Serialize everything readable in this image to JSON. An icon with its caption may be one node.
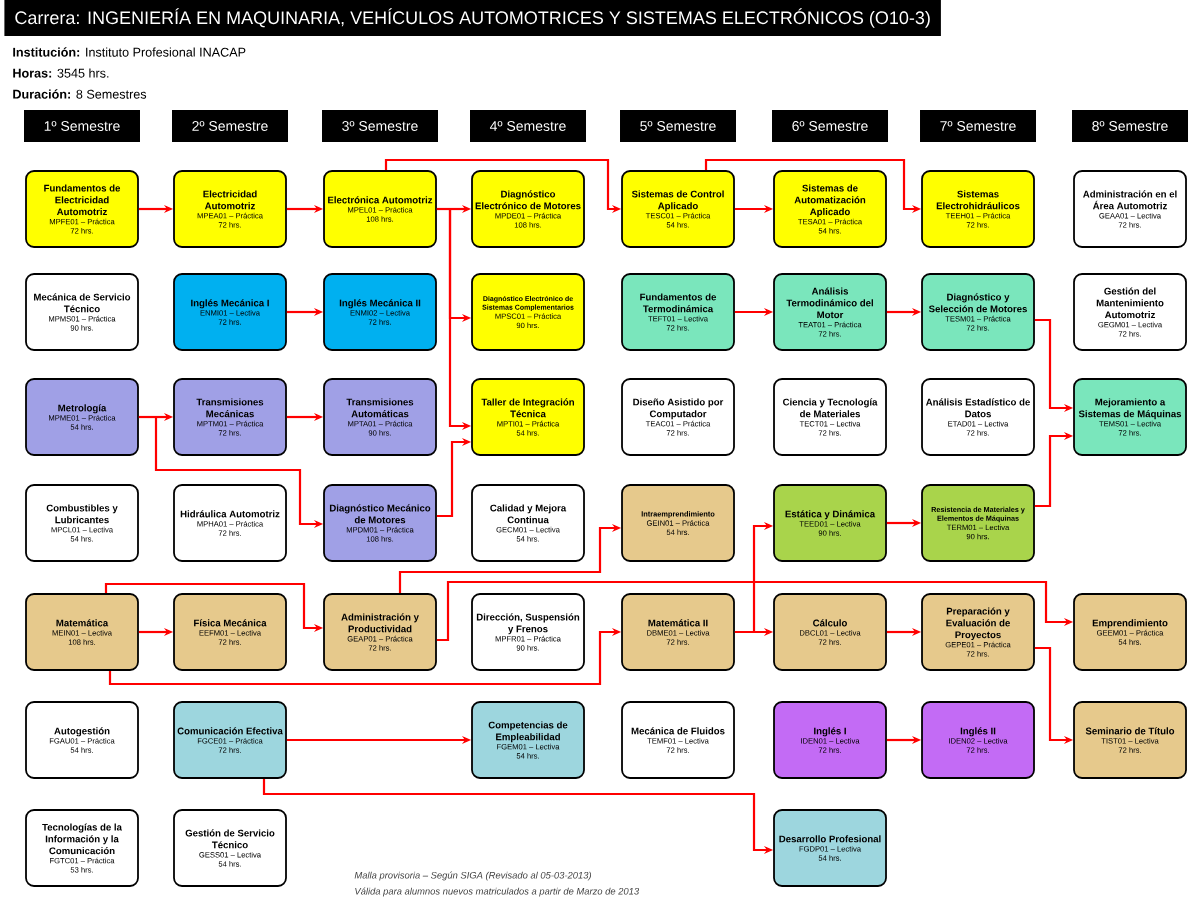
{
  "diagram": {
    "title": "Carrera: INGENIERÍA EN MAQUINARIA, VEHÍCULOS AUTOMOTRICES Y SISTEMAS ELECTRÓNICOS (O10-3)",
    "nodes": [
      {
        "text": [
          "1º Semestre"
        ]
      },
      {
        "text": [
          "2º Semestre"
        ]
      },
      {
        "text": [
          "3º Semestre"
        ]
      },
      {
        "text": [
          "4º Semestre"
        ]
      },
      {
        "text": [
          "5º Semestre"
        ]
      },
      {
        "text": [
          "6º Semestre"
        ]
      },
      {
        "text": [
          "7º Semestre"
        ]
      },
      {
        "text": [
          "8º Semestre"
        ]
      },
      {
        "text": [
          "Fundamentos de Electricidad Automotriz",
          "MPFE01 – Práctica",
          "72 hrs."
        ]
      },
      {
        "text": [
          "Mecánica de Servicio Técnico",
          "MPMS01 – Práctica",
          "90 hrs."
        ]
      },
      {
        "text": [
          "Metrología",
          "MPME01 – Práctica",
          "54 hrs."
        ]
      },
      {
        "text": [
          "Combustibles y Lubricantes",
          "MPCL01 – Lectiva",
          "54 hrs."
        ]
      },
      {
        "text": [
          "Matemática",
          "MEIN01 – Lectiva",
          "108 hrs."
        ]
      },
      {
        "text": [
          "Autogestión",
          "FGAU01 – Práctica",
          "54 hrs."
        ]
      },
      {
        "text": [
          "Tecnologías de la Información y la Comunicación",
          "FGTC01 – Práctica",
          "53 hrs."
        ]
      },
      {
        "text": [
          "Electricidad Automotriz",
          "MPEA01 – Práctica",
          "72 hrs."
        ]
      },
      {
        "text": [
          "Inglés Mecánica I",
          "ENMI01 – Lectiva",
          "72 hrs."
        ]
      },
      {
        "text": [
          "Transmisiones Mecánicas",
          "MPTM01 – Práctica",
          "72 hrs."
        ]
      },
      {
        "text": [
          "Hidráulica Automotriz",
          "MPHA01 – Práctica",
          "72 hrs."
        ]
      },
      {
        "text": [
          "Física Mecánica",
          "EEFM01 – Lectiva",
          "72 hrs."
        ]
      },
      {
        "text": [
          "Comunicación Efectiva",
          "FGCE01 – Práctica",
          "72 hrs."
        ]
      },
      {
        "text": [
          "Gestión de Servicio Técnico",
          "GESS01 – Lectiva",
          "54 hrs."
        ]
      },
      {
        "text": [
          "Electrónica Automotriz",
          "MPEL01 – Práctica",
          "108 hrs."
        ]
      },
      {
        "text": [
          "Inglés Mecánica II",
          "ENMI02 – Lectiva",
          "72 hrs."
        ]
      },
      {
        "text": [
          "Transmisiones Automáticas",
          "MPTA01 – Práctica",
          "90 hrs."
        ]
      },
      {
        "text": [
          "Diagnóstico Mecánico de Motores",
          "MPDM01 – Práctica",
          "108 hrs."
        ]
      },
      {
        "text": [
          "Administración y Productividad",
          "GEAP01 – Práctica",
          "72 hrs."
        ]
      },
      {
        "text": [
          "Diagnóstico Electrónico de Motores",
          "MPDE01 – Práctica",
          "108 hrs."
        ]
      },
      {
        "text": [
          "Diagnóstico Electrónico de Sistemas Complementarios",
          "MPSC01 – Práctica",
          "90 hrs."
        ]
      },
      {
        "text": [
          "Taller de Integración Técnica",
          "MPTI01 – Práctica",
          "54 hrs."
        ]
      },
      {
        "text": [
          "Calidad y Mejora Continua",
          "GECM01 – Lectiva",
          "54 hrs."
        ]
      },
      {
        "text": [
          "Dirección, Suspensión y Frenos",
          "MPFR01 – Práctica",
          "90 hrs."
        ]
      },
      {
        "text": [
          "Competencias de Empleabilidad",
          "FGEM01 – Lectiva",
          "54 hrs."
        ]
      },
      {
        "text": [
          "Sistemas de Control Aplicado",
          "TESC01 – Práctica",
          "54 hrs."
        ]
      },
      {
        "text": [
          "Fundamentos de Termodinámica",
          "TEFT01 – Lectiva",
          "72 hrs."
        ]
      },
      {
        "text": [
          "Diseño Asistido por Computador",
          "TEAC01 – Práctica",
          "72 hrs."
        ]
      },
      {
        "text": [
          "Intraemprendimiento",
          "GEIN01 – Práctica",
          "54 hrs."
        ]
      },
      {
        "text": [
          "Matemática II",
          "DBME01 – Lectiva",
          "72 hrs."
        ]
      },
      {
        "text": [
          "Mecánica de Fluidos",
          "TEMF01 – Lectiva",
          "72 hrs."
        ]
      },
      {
        "text": [
          "Sistemas de Automatización Aplicado",
          "TESA01 – Práctica",
          "54 hrs."
        ]
      },
      {
        "text": [
          "Análisis Termodinámico del Motor",
          "TEAT01 – Práctica",
          "72 hrs."
        ]
      },
      {
        "text": [
          "Ciencia y Tecnología de Materiales",
          "TECT01 – Lectiva",
          "72 hrs."
        ]
      },
      {
        "text": [
          "Estática y Dinámica",
          "TEED01 – Lectiva",
          "90 hrs."
        ]
      },
      {
        "text": [
          "Cálculo",
          "DBCL01 – Lectiva",
          "72 hrs."
        ]
      },
      {
        "text": [
          "Inglés I",
          "IDEN01 – Lectiva",
          "72 hrs."
        ]
      },
      {
        "text": [
          "Desarrollo Profesional",
          "FGDP01 – Lectiva",
          "54 hrs."
        ]
      },
      {
        "text": [
          "Sistemas Electrohidráulicos",
          "TEEH01 – Práctica",
          "72 hrs."
        ]
      },
      {
        "text": [
          "Diagnóstico y Selección de Motores",
          "TESM01 – Práctica",
          "72 hrs."
        ]
      },
      {
        "text": [
          "Análisis Estadístico de Datos",
          "ETAD01 – Lectiva",
          "72 hrs."
        ]
      },
      {
        "text": [
          "Resistencia de Materiales y Elementos de Máquinas",
          "TERM01 – Lectiva",
          "90 hrs."
        ]
      },
      {
        "text": [
          "Preparación y Evaluación de Proyectos",
          "GEPE01 – Práctica",
          "72 hrs."
        ]
      },
      {
        "text": [
          "Inglés II",
          "IDEN02 – Lectiva",
          "72 hrs."
        ]
      },
      {
        "text": [
          "Administración en el Área Automotriz",
          "GEAA01 – Lectiva",
          "72 hrs."
        ]
      },
      {
        "text": [
          "Gestión del Mantenimiento Automotriz",
          "GEGM01 – Lectiva",
          "72 hrs."
        ]
      },
      {
        "text": [
          "Mejoramiento a Sistemas de Máquinas",
          "TEMS01 – Lectiva",
          "72 hrs."
        ]
      },
      {
        "text": [
          "Emprendimiento",
          "GEEM01 – Práctica",
          "54 hrs."
        ]
      },
      {
        "text": [
          "Seminario de Título",
          "TIST01 – Lectiva",
          "72 hrs."
        ]
      }
    ],
    "edges": [
      {
        "from": 8,
        "to": 15,
        "arrow": "to"
      },
      {
        "from": 15,
        "to": 22,
        "arrow": "to"
      },
      {
        "from": 22,
        "to": 27,
        "arrow": "to"
      },
      {
        "from": 22,
        "to": 28,
        "arrow": "to"
      },
      {
        "from": 22,
        "to": 29,
        "arrow": "to"
      },
      {
        "from": 22,
        "to": 33,
        "arrow": "to"
      },
      {
        "from": 33,
        "to": 39,
        "arrow": "to"
      },
      {
        "from": 33,
        "to": 46,
        "arrow": "to"
      },
      {
        "from": 10,
        "to": 17,
        "arrow": "to"
      },
      {
        "from": 17,
        "to": 24,
        "arrow": "to"
      },
      {
        "from": 10,
        "to": 25,
        "arrow": "to"
      },
      {
        "from": 16,
        "to": 23,
        "arrow": "to"
      },
      {
        "from": 25,
        "to": 29,
        "arrow": "to"
      },
      {
        "from": 12,
        "to": 19,
        "arrow": "to"
      },
      {
        "from": 12,
        "to": 26,
        "arrow": "to"
      },
      {
        "from": 12,
        "to": 37,
        "arrow": "to"
      },
      {
        "from": 26,
        "to": 36,
        "arrow": "to"
      },
      {
        "from": 26,
        "to": 55,
        "arrow": "to"
      },
      {
        "from": 37,
        "to": 42,
        "arrow": "to"
      },
      {
        "from": 37,
        "to": 43,
        "arrow": "to"
      },
      {
        "from": 20,
        "to": 32,
        "arrow": "to"
      },
      {
        "from": 20,
        "to": 45,
        "arrow": "to"
      },
      {
        "from": 34,
        "to": 40,
        "arrow": "to"
      },
      {
        "from": 40,
        "to": 47,
        "arrow": "to"
      },
      {
        "from": 47,
        "to": 54,
        "arrow": "to"
      },
      {
        "from": 49,
        "to": 54,
        "arrow": "to"
      },
      {
        "from": 42,
        "to": 49,
        "arrow": "to"
      },
      {
        "from": 43,
        "to": 50,
        "arrow": "to"
      },
      {
        "from": 50,
        "to": 56,
        "arrow": "to"
      },
      {
        "from": 44,
        "to": 51,
        "arrow": "to"
      }
    ],
    "labels": [
      "**Institución:** Instituto Profesional INACAP",
      "**Horas:** 3545 hrs.",
      "**Duración:** 8 Semestres",
      "Malla provisoria – Según SIGA (Revisado al 05-03-2013)",
      "Válida para alumnos nuevos matriculados a partir de Marzo de 2013"
    ]
  }
}
